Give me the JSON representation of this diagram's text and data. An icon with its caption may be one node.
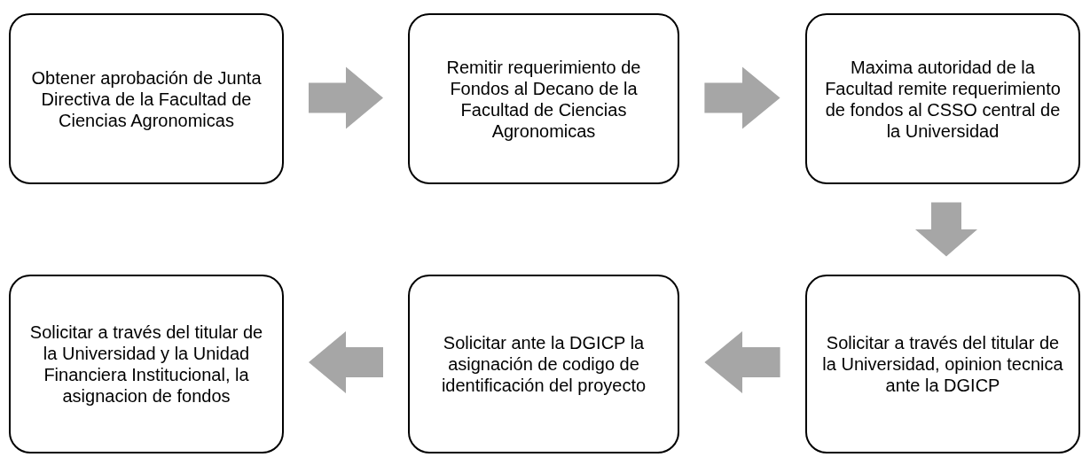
{
  "diagram": {
    "nodes": [
      {
        "text": [
          "Obtener aprobación de Junta Directiva de la Facultad de Ciencias Agronomicas"
        ]
      },
      {
        "text": [
          "Remitir requerimiento de Fondos al Decano de la Facultad de Ciencias Agronomicas"
        ]
      },
      {
        "text": [
          "Maxima autoridad de la Facultad remite requerimiento de fondos al CSSO central de la Universidad"
        ]
      },
      {
        "text": [
          "Solicitar a través del titular de la Universidad, opinion tecnica ante la DGICP"
        ]
      },
      {
        "text": [
          "Solicitar ante la DGICP la asignación de codigo de identificación del proyecto"
        ]
      },
      {
        "text": [
          "Solicitar a través del titular de la Universidad y la Unidad Financiera Institucional, la asignacion de fondos"
        ]
      }
    ],
    "edges": [
      {
        "from": 0,
        "to": 1,
        "arrow": "to"
      },
      {
        "from": 1,
        "to": 2,
        "arrow": "to"
      },
      {
        "from": 2,
        "to": 3,
        "arrow": "to"
      },
      {
        "from": 3,
        "to": 4,
        "arrow": "to"
      },
      {
        "from": 4,
        "to": 5,
        "arrow": "to"
      }
    ]
  }
}
